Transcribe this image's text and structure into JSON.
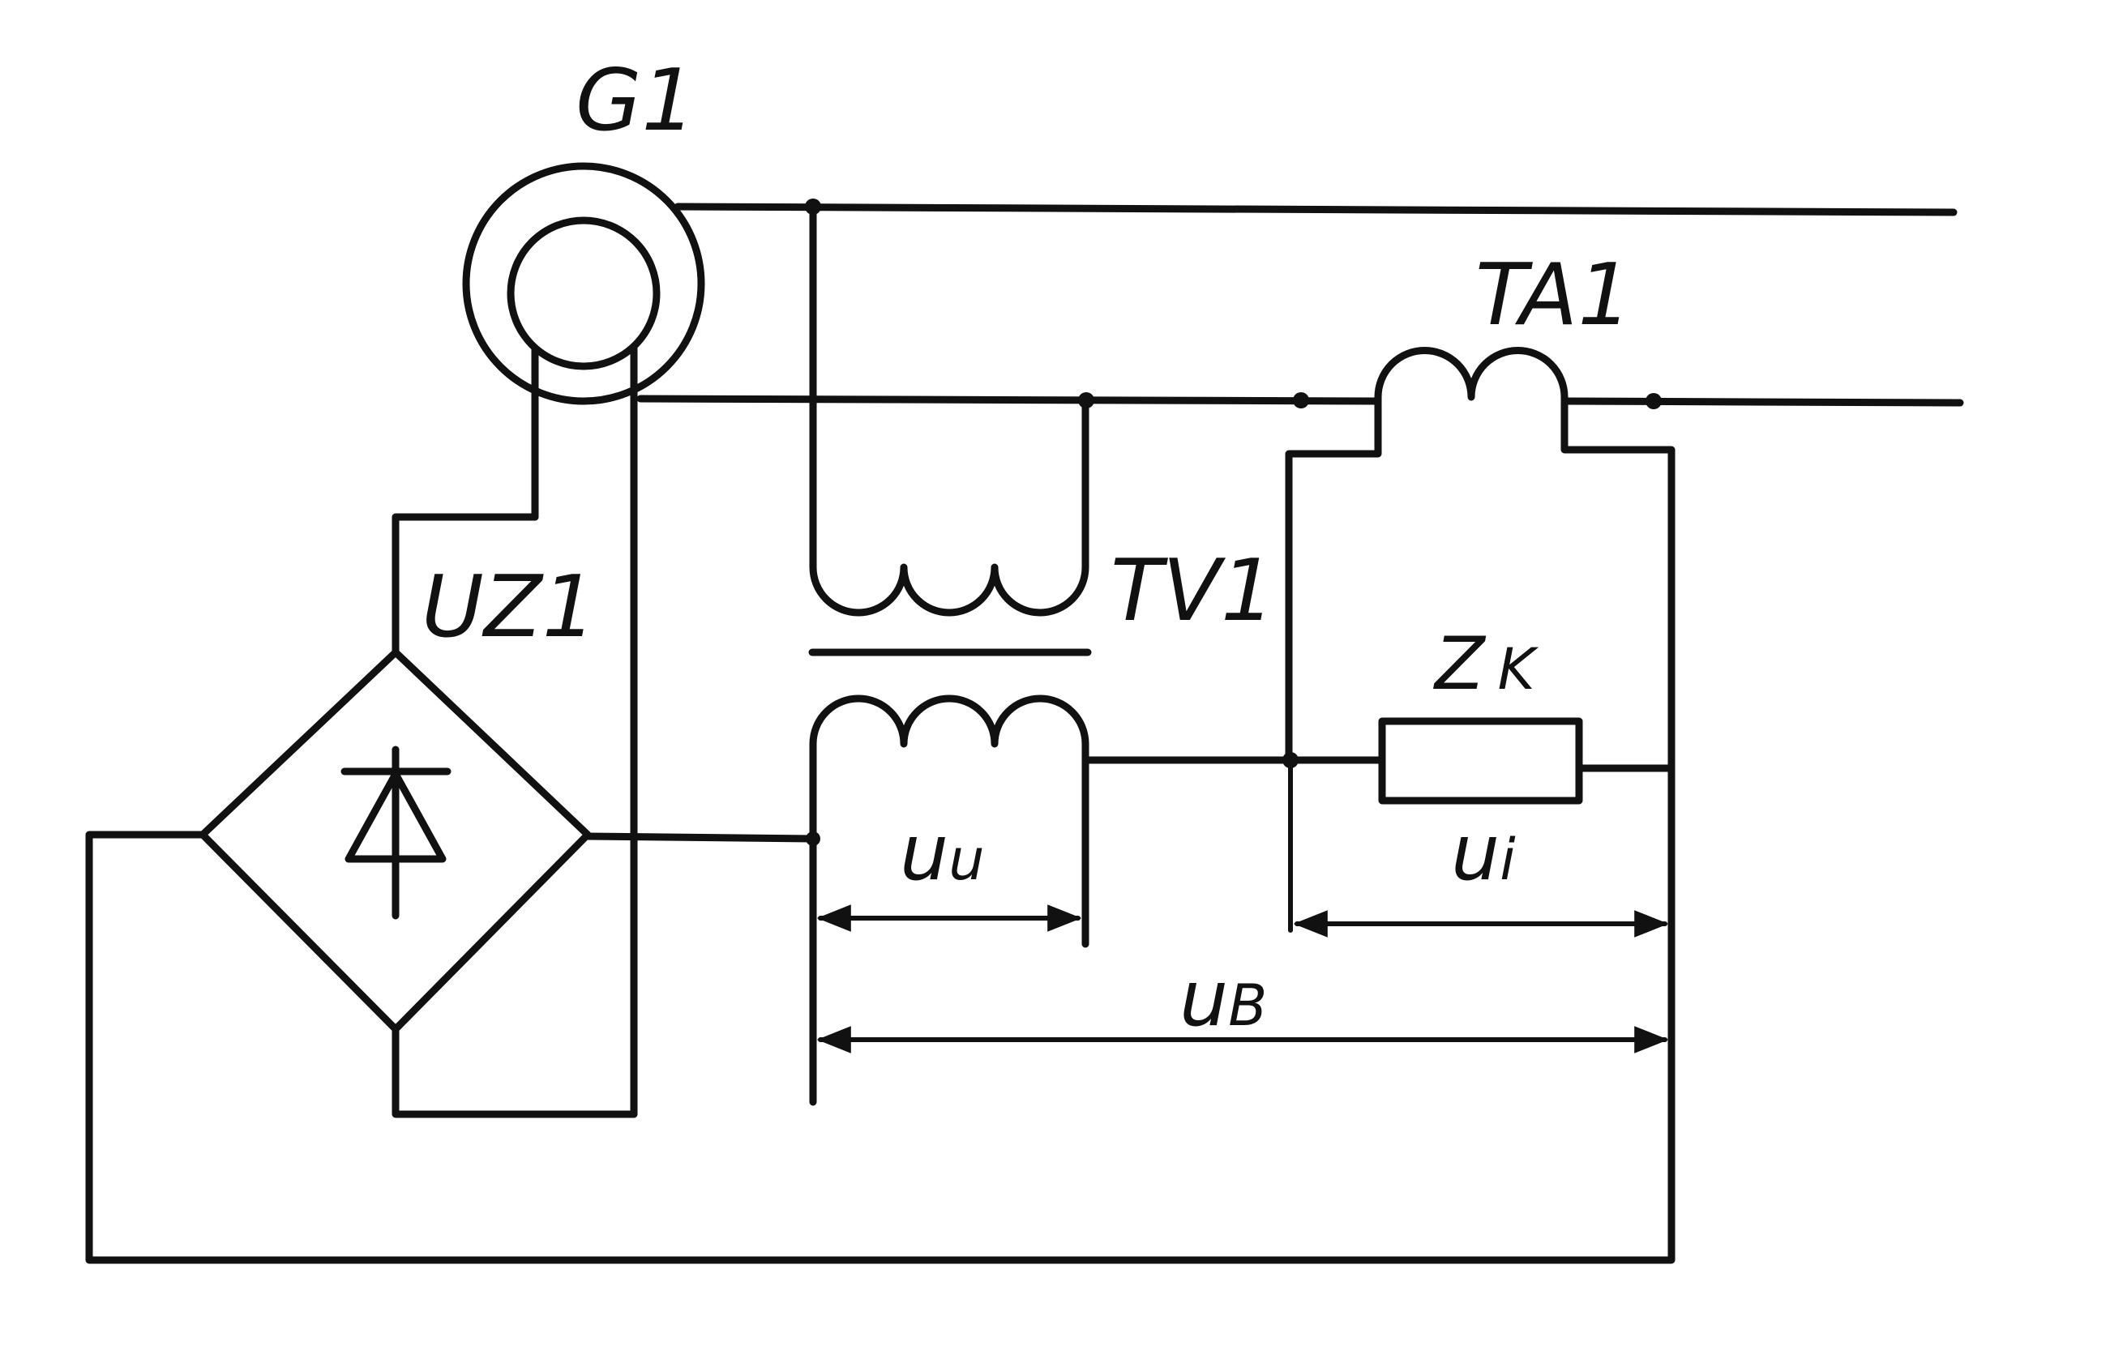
{
  "labels": {
    "generator": "G1",
    "rectifier": "UZ1",
    "voltage_transformer": "TV1",
    "current_transformer": "TA1",
    "impedance": "Z",
    "impedance_sub": "K",
    "voltage_u": "u",
    "voltage_u_sub": "u",
    "voltage_i": "u",
    "voltage_i_sub": "i",
    "voltage_b": "u",
    "voltage_b_sub": "B"
  },
  "colors": {
    "ink": "#111111",
    "background": "#ffffff"
  }
}
